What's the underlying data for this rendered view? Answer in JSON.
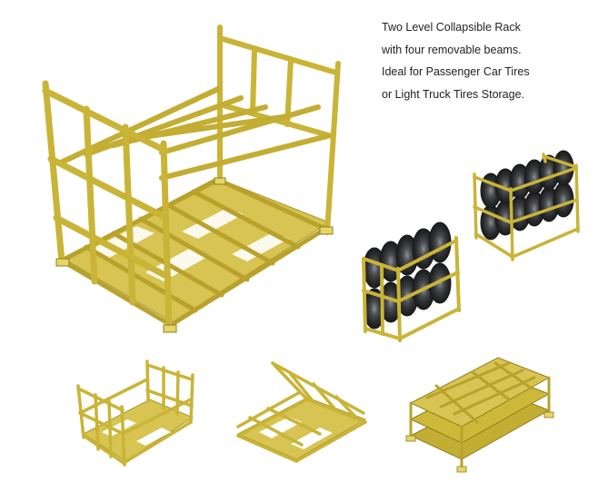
{
  "caption": {
    "lines": [
      "Two Level Collapsible Rack",
      "with four removable beams.",
      "Ideal for Passenger Car Tires",
      "or Light Truck Tires Storage."
    ]
  },
  "colors": {
    "frame": "#c9b437",
    "frame_dark": "#8f7d1a",
    "frame_light": "#e6d66a",
    "floor": "#d7c452",
    "tire": "#3a3d40",
    "tire_dark": "#1c1e20",
    "tire_rim": "#7d8286",
    "background": "#ffffff",
    "text": "#222222"
  },
  "illustrations": [
    {
      "name": "collapsible-rack-main",
      "kind": "rack-open"
    },
    {
      "name": "rack-loaded-with-tires-large",
      "kind": "rack-with-tires"
    },
    {
      "name": "rack-loaded-with-tires-small",
      "kind": "rack-with-tires"
    },
    {
      "name": "rack-open-small",
      "kind": "rack-open"
    },
    {
      "name": "rack-folding",
      "kind": "rack-folding"
    },
    {
      "name": "racks-folded-stacked",
      "kind": "racks-stacked"
    }
  ]
}
